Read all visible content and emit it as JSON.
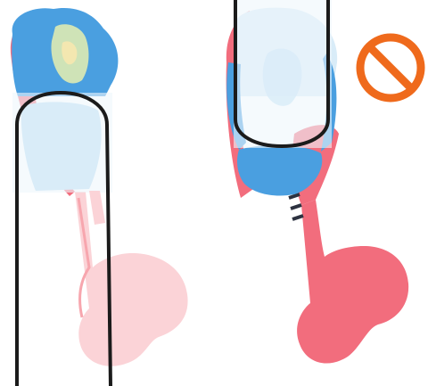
{
  "illustration": {
    "subject": "dental-impression-tray-placement-comparison",
    "left_panel": {
      "variant": "correct",
      "components": [
        "impression-tray-handle",
        "dental-impression",
        "placement-outline"
      ]
    },
    "right_panel": {
      "variant": "incorrect",
      "components": [
        "impression-tray-handle",
        "dental-impression",
        "placement-outline",
        "prohibition-icon"
      ]
    }
  },
  "colors": {
    "tray_pink": "#f26d7d",
    "tray_pink_light": "#f7a6ae",
    "tray_pink_faded": "#fbd3d7",
    "impression_blue": "#4a9fe0",
    "impression_light": "#d9ecf8",
    "impression_mint": "#cfe3b7",
    "outline_black": "#1b1b1b",
    "prohibition_orange": "#ef6a1c",
    "background": "#ffffff"
  },
  "icons": [
    "prohibition-icon"
  ]
}
